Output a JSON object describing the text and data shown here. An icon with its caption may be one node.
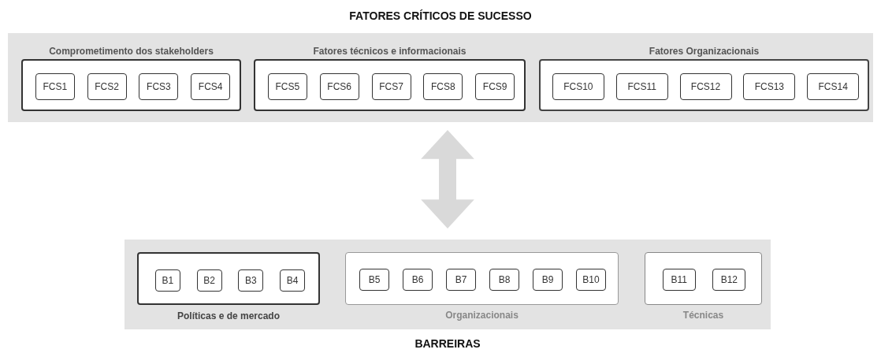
{
  "diagram": {
    "nodes": [
      {
        "text": [
          "FATORES CRÍTICOS DE SUCESSO"
        ]
      },
      {
        "text": [
          "Comprometimento dos stakeholders"
        ],
        "in": 0
      },
      {
        "text": [
          "FCS1"
        ],
        "in": 1
      },
      {
        "text": [
          "FCS2"
        ],
        "in": 1
      },
      {
        "text": [
          "FCS3"
        ],
        "in": 1
      },
      {
        "text": [
          "FCS4"
        ],
        "in": 1
      },
      {
        "text": [
          "Fatores técnicos e informacionais"
        ],
        "in": 0
      },
      {
        "text": [
          "FCS5"
        ],
        "in": 6
      },
      {
        "text": [
          "FCS6"
        ],
        "in": 6
      },
      {
        "text": [
          "FCS7"
        ],
        "in": 6
      },
      {
        "text": [
          "FCS8"
        ],
        "in": 6
      },
      {
        "text": [
          "FCS9"
        ],
        "in": 6
      },
      {
        "text": [
          "Fatores Organizacionais"
        ],
        "in": 0
      },
      {
        "text": [
          "FCS10"
        ],
        "in": 12
      },
      {
        "text": [
          "FCS11"
        ],
        "in": 12
      },
      {
        "text": [
          "FCS12"
        ],
        "in": 12
      },
      {
        "text": [
          "FCS13"
        ],
        "in": 12
      },
      {
        "text": [
          "FCS14"
        ],
        "in": 12
      },
      {
        "text": [
          "BARREIRAS"
        ]
      },
      {
        "text": [
          "Políticas e de mercado"
        ],
        "in": 18
      },
      {
        "text": [
          "B1"
        ],
        "in": 19
      },
      {
        "text": [
          "B2"
        ],
        "in": 19
      },
      {
        "text": [
          "B3"
        ],
        "in": 19
      },
      {
        "text": [
          "B4"
        ],
        "in": 19
      },
      {
        "text": [
          "Organizacionais"
        ],
        "in": 18
      },
      {
        "text": [
          "B5"
        ],
        "in": 24
      },
      {
        "text": [
          "B6"
        ],
        "in": 24
      },
      {
        "text": [
          "B7"
        ],
        "in": 24
      },
      {
        "text": [
          "B8"
        ],
        "in": 24
      },
      {
        "text": [
          "B9"
        ],
        "in": 24
      },
      {
        "text": [
          "B10"
        ],
        "in": 24
      },
      {
        "text": [
          "Técnicas"
        ],
        "in": 18
      },
      {
        "text": [
          "B11"
        ],
        "in": 31
      },
      {
        "text": [
          "B12"
        ],
        "in": 31
      }
    ],
    "edges": [
      {
        "from": 0,
        "to": 18,
        "arrow": "both",
        "color": "#d9d9d9"
      }
    ]
  }
}
